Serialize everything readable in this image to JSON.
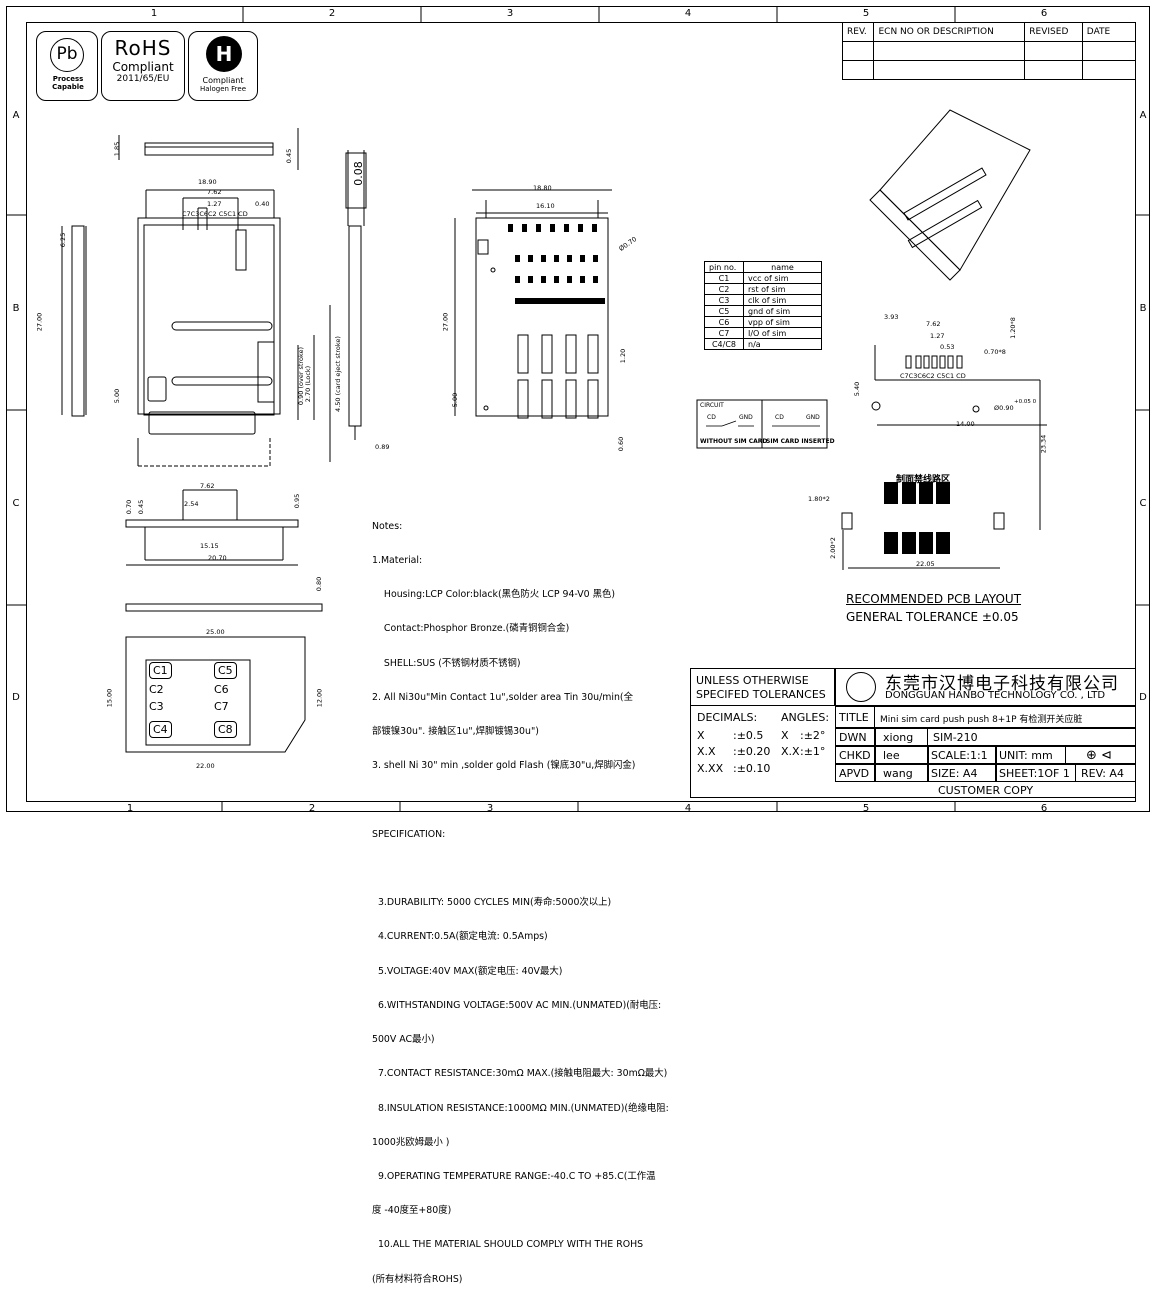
{
  "zones": {
    "cols": [
      "1",
      "2",
      "3",
      "4",
      "5",
      "6"
    ],
    "rows": [
      "A",
      "B",
      "C",
      "D"
    ]
  },
  "logos": {
    "pb_text": "Pb",
    "pb_caption": [
      "Process",
      "Capable"
    ],
    "rohs_title": "RoHS",
    "rohs_sub": "Compliant",
    "rohs_dir": "2011/65/EU",
    "halogen_letter": "H",
    "halogen_caption": [
      "Compliant",
      "Halogen Free"
    ]
  },
  "revision_table": {
    "headers": [
      "REV.",
      "ECN NO OR DESCRIPTION",
      "REVISED",
      "DATE"
    ]
  },
  "pin_table": {
    "headers": [
      "pin no.",
      "name"
    ],
    "rows": [
      [
        "C1",
        "vcc of sim"
      ],
      [
        "C2",
        "rst of sim"
      ],
      [
        "C3",
        "clk of sim"
      ],
      [
        "C5",
        "gnd of sim"
      ],
      [
        "C6",
        "vpp of sim"
      ],
      [
        "C7",
        "I/O of sim"
      ],
      [
        "C4/C8",
        "n/a"
      ]
    ]
  },
  "circuit": {
    "title": "CIRCUIT",
    "cd": "CD",
    "gnd": "GND",
    "left_caption": "WITHOUT SIM CARD",
    "right_caption": "SIM CARD INSERTED"
  },
  "dims": {
    "front_width": "18.90",
    "pitch_762": "7.62",
    "pitch_127": "1.27",
    "pitch_040": "0.40",
    "contacts_label": "C7C3C6C2 C5C1 CD",
    "height_27": "27.00",
    "dim_625": "6.25",
    "dim_185": "1.85",
    "dim_045": "0.45",
    "dim_500": "5.00",
    "dim_090": "0.90 (over stroke)",
    "dim_270": "2.70 (Lock)",
    "dim_450": "4.50 (card eject stroke)",
    "dim_089": "0.89",
    "flatness": "0.08",
    "mid_width": "18.80",
    "mid_inner": "16.10",
    "mid_height": "27.00",
    "mid_dia": "Ø0.70",
    "mid_120": "1.20",
    "mid_500": "5.00",
    "mid_060": "0.60",
    "side_762": "7.62",
    "side_254": "2.54",
    "side_1515": "15.15",
    "side_2070": "20.70",
    "side_070": "0.70",
    "side_045": "0.45",
    "side_095": "0.95",
    "plate_080": "0.80",
    "card_2500": "25.00",
    "card_1500": "15.00",
    "card_1200": "12.00",
    "card_2200": "22.00",
    "card_contacts": [
      "C1",
      "C5",
      "C2",
      "C6",
      "C3",
      "C7",
      "C4",
      "C8"
    ],
    "pcb_393": "3.93",
    "pcb_762": "7.62",
    "pcb_127": "1.27",
    "pcb_053": "0.53",
    "pcb_070": "0.70*8",
    "pcb_120": "1.20*8",
    "pcb_contacts": "C7C3C6C2 C5C1 CD",
    "pcb_540": "5.40",
    "pcb_1400": "14.00",
    "pcb_090": "Ø0.90",
    "pcb_tol": "+0.05 0",
    "pcb_2334": "23.34",
    "pcb_chinese": "制面禁线路区",
    "pcb_180": "1.80*2",
    "pcb_200": "2.00*2",
    "pcb_2205": "22.05"
  },
  "pcb_caption": {
    "line1": "RECOMMENDED PCB LAYOUT",
    "line2": "GENERAL TOLERANCE ±0.05"
  },
  "notes": {
    "title": "Notes:",
    "lines": [
      "1.Material:",
      "    Housing:LCP Color:black(黑色防火 LCP 94-V0 黑色)",
      "    Contact:Phosphor Bronze.(磷青铜铜合金)",
      "    SHELL:SUS (不锈钢材质不锈钢)",
      "2. All Ni30u\"Min Contact 1u\",solder area Tin 30u/min(全",
      "部镀镍30u\". 接触区1u\",焊脚镀锡30u\")",
      "3. shell Ni 30\" min ,solder gold Flash (镍底30\"u,焊脚闪金)",
      "",
      "SPECIFICATION:",
      "",
      "  3.DURABILITY: 5000 CYCLES MIN(寿命:5000次以上)",
      "  4.CURRENT:0.5A(额定电流: 0.5Amps)",
      "  5.VOLTAGE:40V MAX(额定电压: 40V最大)",
      "  6.WITHSTANDING VOLTAGE:500V AC MIN.(UNMATED)(耐电压:",
      "500V AC最小)",
      "  7.CONTACT RESISTANCE:30mΩ MAX.(接触电阻最大: 30mΩ最大)",
      "  8.INSULATION RESISTANCE:1000MΩ MIN.(UNMATED)(绝缘电阻:",
      "1000兆欧姆最小 )",
      "  9.OPERATING TEMPERATURE RANGE:-40.C TO +85.C(工作温",
      "度 -40度至+80度)",
      "  10.ALL THE MATERIAL SHOULD COMPLY WITH THE ROHS",
      "(所有材料符合ROHS)"
    ]
  },
  "title_block": {
    "unless1": "UNLESS OTHERWISE",
    "unless2": "SPECIFED TOLERANCES",
    "company_cn": "东莞市汉博电子科技有限公司",
    "company_en": "DONGGUAN HANBO TECHNOLOGY CO. , LTD",
    "decimals": "DECIMALS:",
    "angles": "ANGLES:",
    "tol_x": "X",
    "tol_x_val": ":±0.5",
    "tol_xx": "X.X",
    "tol_xx_val": ":±0.20",
    "tol_xxx": "X.XX",
    "tol_xxx_val": ":±0.10",
    "ang_x": "X",
    "ang_x_val": ":±2°",
    "ang_xx": "X.X",
    "ang_xx_val": ":±1°",
    "title_label": "TITLE",
    "title_value": "Mini sim card push push 8+1P 有检测开关应脏",
    "dwn_label": "DWN",
    "dwn_value": "xiong",
    "part_no": "SIM-210",
    "chkd_label": "CHKD",
    "chkd_value": "lee",
    "scale": "SCALE:1:1",
    "unit": "UNIT:  mm",
    "apvd_label": "APVD",
    "apvd_value": "wang",
    "size": "SIZE: A4",
    "sheet": "SHEET:1OF 1",
    "rev": "REV: A4",
    "customer_copy": "CUSTOMER COPY"
  }
}
